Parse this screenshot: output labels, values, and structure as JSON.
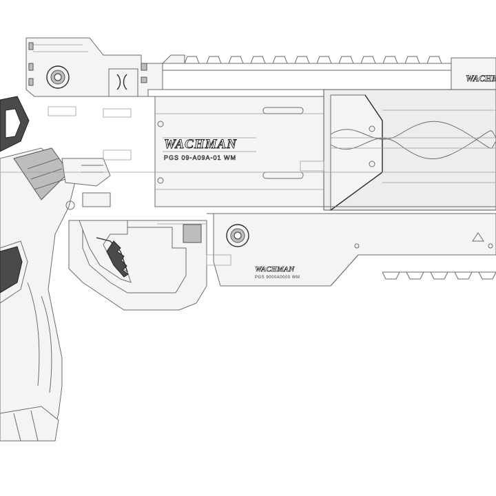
{
  "engravings": {
    "cylinder_brand": "WACHMAN",
    "cylinder_serial": "PGS 09-A09A-01 WM",
    "frame_brand": "WACHMAN",
    "frame_serial": "PGS 9000A0000 WM",
    "corner_brand": "WACHM"
  },
  "colors": {
    "line": "#6a6a6a",
    "dark_grip": "#4a4a4a",
    "background": "#ffffff"
  }
}
